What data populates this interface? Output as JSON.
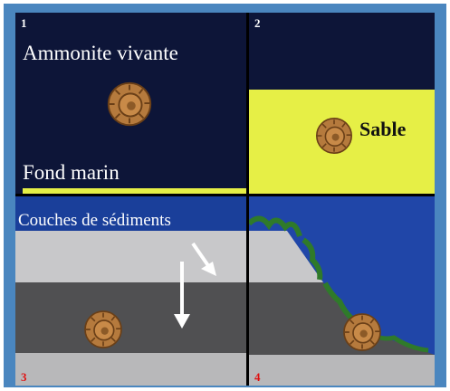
{
  "panels": [
    {
      "number": "1",
      "labels": {
        "top": "Ammonite vivante",
        "bottom": "Fond marin"
      }
    },
    {
      "number": "2",
      "labels": {
        "sand": "Sable"
      }
    },
    {
      "number": "3",
      "labels": {
        "layers": "Couches de sédiments"
      }
    },
    {
      "number": "4"
    }
  ],
  "colors": {
    "frame": "#4a86bf",
    "dark_sea": "#0d1538",
    "sand_yellow": "#e6ef46",
    "sea_blue": "#1d44a4",
    "sediment_light": "#c8c8ca",
    "sediment_dark": "#505052",
    "ammonite": "#b57a3d",
    "seaweed": "#2f7a2a",
    "number_red": "#e01010"
  }
}
